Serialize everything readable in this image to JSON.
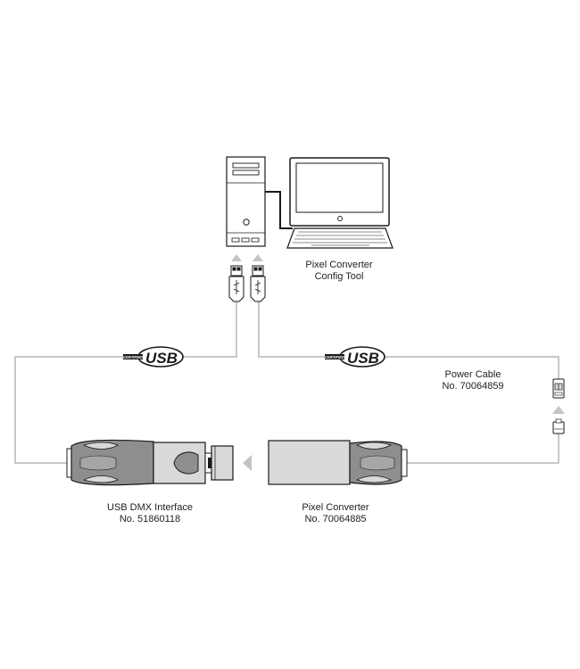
{
  "labels": {
    "config_tool_line1": "Pixel Converter",
    "config_tool_line2": "Config Tool",
    "power_cable_line1": "Power Cable",
    "power_cable_line2": "No. 70064859",
    "usb_dmx_line1": "USB DMX Interface",
    "usb_dmx_line2": "No. 51860118",
    "pixel_converter_line1": "Pixel Converter",
    "pixel_converter_line2": "No. 70064885"
  },
  "usb_logo": {
    "certified_text": "CERTIFIED",
    "usb_text": "USB"
  },
  "colors": {
    "outline": "#1a1a1a",
    "cable": "#b5b5b5",
    "arrow": "#c4c4c4",
    "connector_dark": "#8e8e8e",
    "connector_light": "#d9d9d9"
  }
}
